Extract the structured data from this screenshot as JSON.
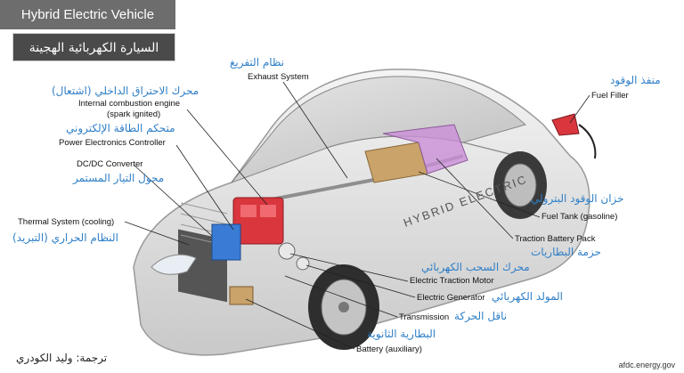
{
  "title_en": "Hybrid Electric Vehicle",
  "title_ar": "السيارة الكهربائية الهجينة",
  "car_text": "HYBRID ELECTRIC",
  "labels": {
    "exhaust": {
      "ar": "نظام التفريغ",
      "en": "Exhaust System"
    },
    "engine": {
      "ar": "محرك الاحتراق الداخلي (اشتعال)",
      "en1": "Internal combustion engine",
      "en2": "(spark ignited)"
    },
    "pec": {
      "ar": "متحكم الطاقة الإلكتروني",
      "en": "Power Electronics Controller"
    },
    "dcdc": {
      "en": "DC/DC Converter",
      "ar": "محول التيار المستمر"
    },
    "thermal": {
      "en": "Thermal System (cooling)",
      "ar": "النظام الحراري (التبريد)"
    },
    "fuel_filler": {
      "ar": "منفذ الوقود",
      "en": "Fuel Filler"
    },
    "fuel_tank": {
      "ar": "خزان الوقود البترولي",
      "en": "Fuel Tank (gasoline)"
    },
    "traction_battery": {
      "en": "Traction Battery Pack",
      "ar": "حزمة البطاريات"
    },
    "traction_motor": {
      "ar": "محرك السحب الكهربائي",
      "en": "Electric Traction Motor"
    },
    "generator": {
      "en": "Electric Generator",
      "ar": "المولد الكهربائي"
    },
    "transmission": {
      "en": "Transmission",
      "ar": "ناقل الحركة"
    },
    "aux_battery": {
      "ar": "البطارية الثانوية",
      "en": "Battery (auxiliary)"
    }
  },
  "credit": "ترجمة: وليد الكودري",
  "source": "afdc.energy.gov",
  "colors": {
    "arabic_label": "#2f7fc7",
    "engine": "#d9363e",
    "battery_pack": "#c98fd6",
    "fuel_tank": "#c9a36a",
    "inverter": "#3a7bd5"
  }
}
